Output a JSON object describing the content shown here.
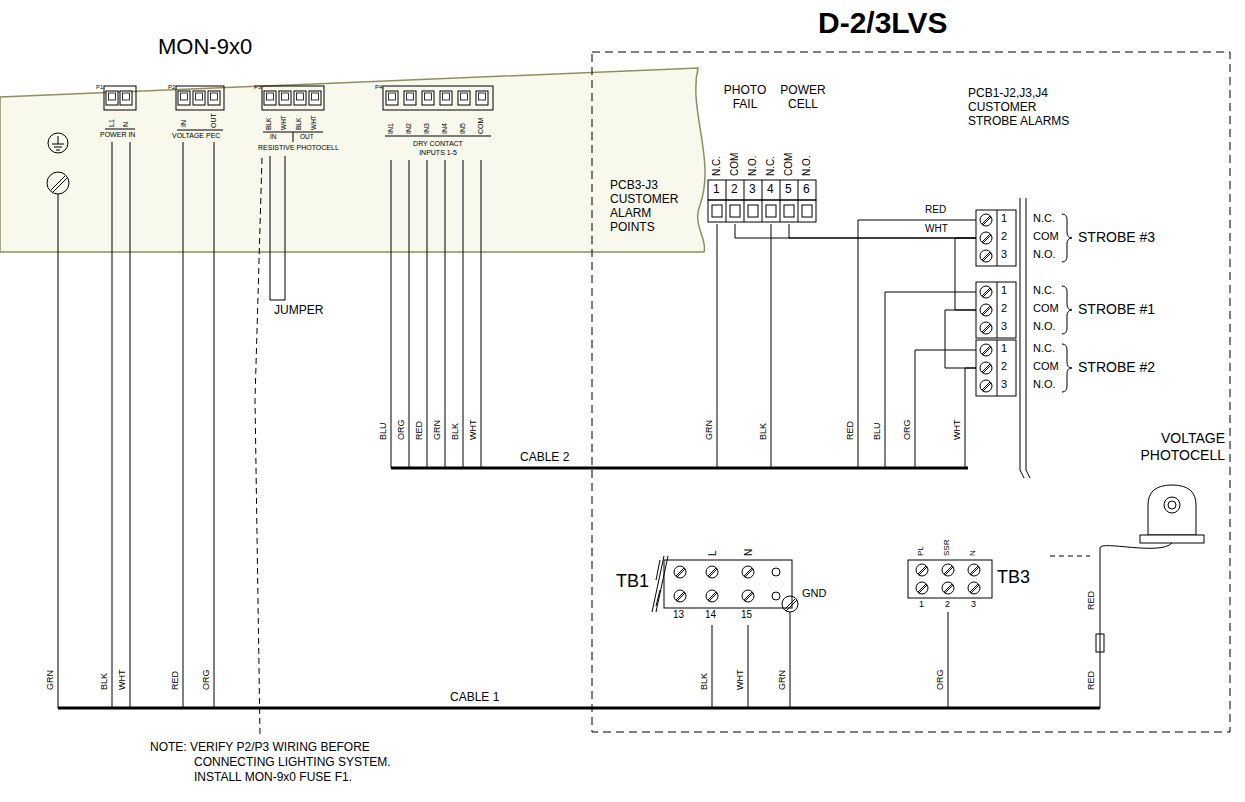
{
  "diagram": {
    "nodes": [
      {
        "text": [
          "MON-9x0"
        ]
      },
      {
        "text": [
          "D-2/3LVS"
        ]
      },
      {
        "text": [
          "P1",
          "L1",
          "N",
          "POWER IN"
        ],
        "in": 0
      },
      {
        "text": [
          "P2",
          "IN",
          "OUT",
          "VOLTAGE PEC"
        ],
        "in": 0
      },
      {
        "text": [
          "P3",
          "BLK",
          "WHT",
          "BLK",
          "WHT",
          "IN",
          "OUT",
          "RESISTIVE PHOTOCELL"
        ],
        "in": 0
      },
      {
        "text": [
          "P4",
          "IN1",
          "IN2",
          "IN3",
          "IN4",
          "IN5",
          "COM",
          "DRY CONTACT INPUTS 1-5"
        ],
        "in": 0
      },
      {
        "text": [
          "PHOTO FAIL",
          "POWER CELL",
          "N.C.",
          "COM",
          "N.O.",
          "N.C.",
          "COM",
          "N.O.",
          "1",
          "2",
          "3",
          "4",
          "5",
          "6",
          "PCB3-J3 CUSTOMER ALARM POINTS"
        ],
        "in": 1
      },
      {
        "text": [
          "1",
          "2",
          "3",
          "N.C.",
          "COM",
          "N.O.",
          "STROBE #3"
        ],
        "in": 1
      },
      {
        "text": [
          "1",
          "2",
          "3",
          "N.C.",
          "COM",
          "N.O.",
          "STROBE #1"
        ],
        "in": 1
      },
      {
        "text": [
          "1",
          "2",
          "3",
          "N.C.",
          "COM",
          "N.O.",
          "STROBE #2"
        ],
        "in": 1
      },
      {
        "text": [
          "TB1",
          "L",
          "N",
          "13",
          "14",
          "15"
        ],
        "in": 1
      },
      {
        "text": [
          "PL",
          "SSR",
          "N",
          "1",
          "2",
          "3",
          "TB3"
        ],
        "in": 1
      },
      {
        "text": [
          "VOLTAGE PHOTOCELL"
        ],
        "in": 1
      }
    ],
    "edges": [
      {
        "from": 2,
        "to": 10,
        "arrow": "none"
      },
      {
        "from": 2,
        "to": 10,
        "arrow": "none"
      },
      {
        "from": 3,
        "to": 12,
        "arrow": "none"
      },
      {
        "from": 3,
        "to": 11,
        "arrow": "none"
      },
      {
        "from": 5,
        "to": 8,
        "arrow": "none"
      },
      {
        "from": 5,
        "to": 9,
        "arrow": "none"
      },
      {
        "from": 5,
        "to": 7,
        "arrow": "none"
      },
      {
        "from": 5,
        "to": 6,
        "arrow": "none"
      },
      {
        "from": 5,
        "to": 6,
        "arrow": "none"
      },
      {
        "from": 5,
        "to": 9,
        "arrow": "none"
      },
      {
        "from": 9,
        "to": 8,
        "arrow": "none"
      },
      {
        "from": 8,
        "to": 7,
        "arrow": "none"
      },
      {
        "from": 6,
        "to": 7,
        "arrow": "none"
      },
      {
        "from": 6,
        "to": 7,
        "arrow": "none"
      }
    ],
    "labels": [
      "PCB1-J2,J3,J4 CUSTOMER STROBE ALARMS",
      "JUMPER",
      "CABLE 2",
      "CABLE 1",
      "GND",
      "RED",
      "WHT",
      "BLU",
      "ORG",
      "RED",
      "GRN",
      "BLK",
      "WHT",
      "GRN",
      "BLK",
      "RED",
      "BLU",
      "ORG",
      "WHT",
      "GRN",
      "BLK",
      "WHT",
      "RED",
      "ORG",
      "BLK",
      "WHT",
      "GRN",
      "ORG",
      "RED",
      "RED",
      "NOTE: VERIFY P2/P3 WIRING BEFORE CONNECTING LIGHTING SYSTEM. INSTALL MON-9x0 FUSE F1."
    ]
  }
}
